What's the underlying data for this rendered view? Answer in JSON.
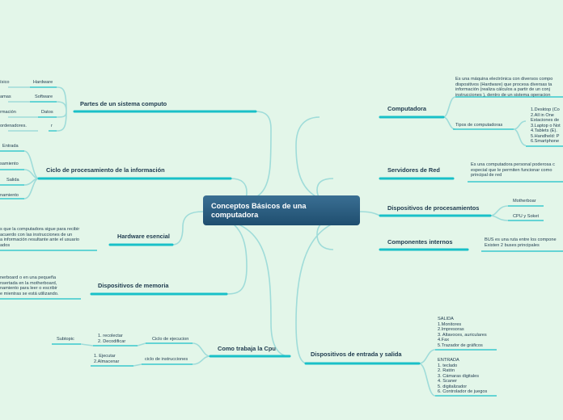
{
  "central": "Conceptos Básicos de una computadora",
  "left": {
    "partes": {
      "title": "Partes de un sistema computo",
      "rows": [
        {
          "a": "ísico",
          "b": "Hardware"
        },
        {
          "a": "amas",
          "b": "Software"
        },
        {
          "a": "rmación",
          "b": "Datos"
        },
        {
          "a": "ordenadores.",
          "b": "r"
        }
      ]
    },
    "ciclo": {
      "title": "Ciclo de procesamiento de la información",
      "items": [
        "Entrada",
        "samiento",
        "Salida",
        "namiento"
      ]
    },
    "hardware": {
      "title": "Hardware esencial",
      "desc": [
        "s que la computadora sigue para recibir",
        "acuerdo con las instrucciones de un",
        "a información resultante ante el usuario",
        "ados"
      ]
    },
    "memoria": {
      "title": "Dispositivos de memoria",
      "desc": [
        "nerboard o en una pequeña",
        "nsertada en la motherboard,",
        "namiento para leer o escribir",
        "e mientras se está utilizando."
      ]
    },
    "cpu": {
      "title": "Como trabaja la Cpu",
      "ciclo_ejecucion": {
        "label": "Ciclo de ejecucion",
        "lines": [
          "1. recolectar",
          "2. Decodificar"
        ],
        "subtopic": "Subtopic"
      },
      "ciclo_instrucciones": {
        "label": "ciclo de instrucciones",
        "lines": [
          "1. Ejecutar",
          "2.Almacenar"
        ]
      }
    }
  },
  "right": {
    "computadora": {
      "title": "Computadora",
      "desc": [
        "Es una máquina electrónica con diversos compo",
        "dispositivos (Hardware) que procesa diversas ta",
        "información (realiza cálculos a partir de un conj",
        "instrucciones ), dentro de un sistema operacion"
      ],
      "tipos_label": "Tipos de computadoras",
      "tipos": [
        "1.Desktop (Co",
        "2.All in One",
        "Estaciones de",
        "3.Laptop o Not",
        "4.Tablets (E).",
        "5.Handheld: P",
        "6.Smartphone"
      ]
    },
    "servidores": {
      "title": "Servidores de Red",
      "desc": [
        "Es una computadora personal poderosa c",
        "especial que le permiten funcionar como",
        "principal de red"
      ]
    },
    "procesamiento": {
      "title": "Dispositivos de procesamientos",
      "items": [
        "Motherboar",
        "CPU y Soket"
      ]
    },
    "componentes": {
      "title": "Componentes internos",
      "desc": [
        "BUS es una ruta entre los compone",
        "Existen 2 buses principales"
      ]
    },
    "io": {
      "title": "Dispositivos de entrada y salida",
      "salida": [
        "SALIDA",
        "1.Monitores",
        "2.Impresoras",
        "3. Altavoces, auriculares",
        "4.Fax",
        "5.Trazador de gráficos"
      ],
      "entrada": [
        "ENTRADA",
        "1. teclado",
        "2. Ratón",
        "3. Cámaras digitales",
        "4. Scaner",
        "5. digitalizador",
        "6. Controlador de juegos"
      ]
    }
  },
  "colors": {
    "branch": "#9fdcd9",
    "underline": "#19c0c8",
    "central_top": "#3a6f93",
    "central_bottom": "#1f4e6f",
    "background": "#e3f6e9"
  }
}
